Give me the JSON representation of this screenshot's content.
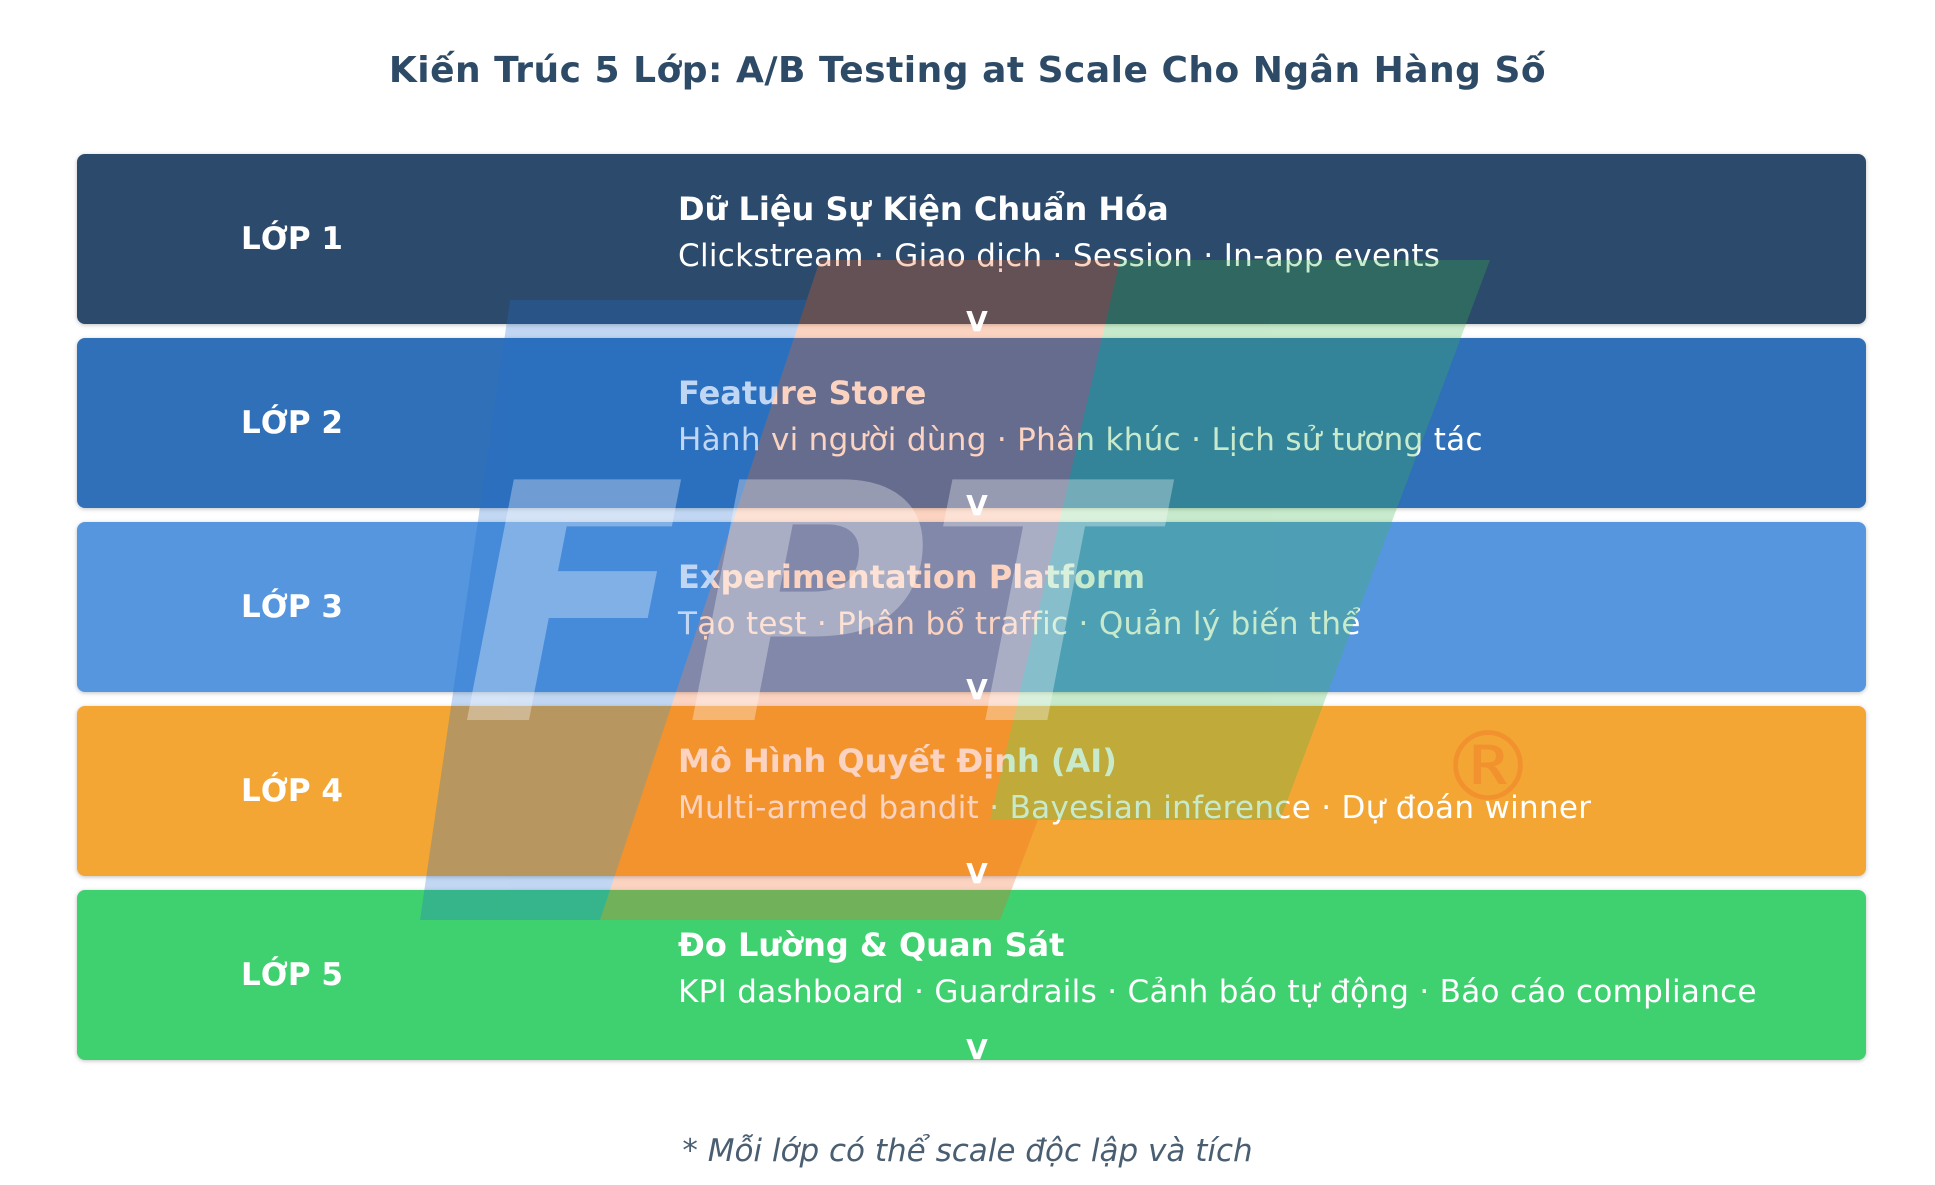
{
  "title": "Kiến Trúc 5 Lớp: A/B Testing at Scale Cho Ngân Hàng Số",
  "layers": [
    {
      "label": "LỚP 1",
      "heading": "Dữ Liệu Sự Kiện Chuẩn Hóa",
      "description": "Clickstream · Giao dịch · Session · In-app events",
      "color": "#2c4a6b"
    },
    {
      "label": "LỚP 2",
      "heading": "Feature Store",
      "description": "Hành vi người dùng · Phân khúc · Lịch sử tương tác",
      "color": "#3070b8"
    },
    {
      "label": "LỚP 3",
      "heading": "Experimentation Platform",
      "description": "Tạo test · Phân bổ traffic · Quản lý biến thể",
      "color": "#5596de"
    },
    {
      "label": "LỚP 4",
      "heading": "Mô Hình Quyết Định (AI)",
      "description": "Multi-armed bandit · Bayesian inference · Dự đoán winner",
      "color": "#f3a634"
    },
    {
      "label": "LỚP 5",
      "heading": "Đo Lường & Quan Sát",
      "description": "KPI dashboard · Guardrails · Cảnh báo tự động · Báo cáo compliance",
      "color": "#3fd070"
    }
  ],
  "arrow_glyph": "V",
  "watermark": {
    "text": "FPT",
    "mark": "®"
  },
  "footnote": "* Mỗi lớp có thể scale độc lập và tích"
}
